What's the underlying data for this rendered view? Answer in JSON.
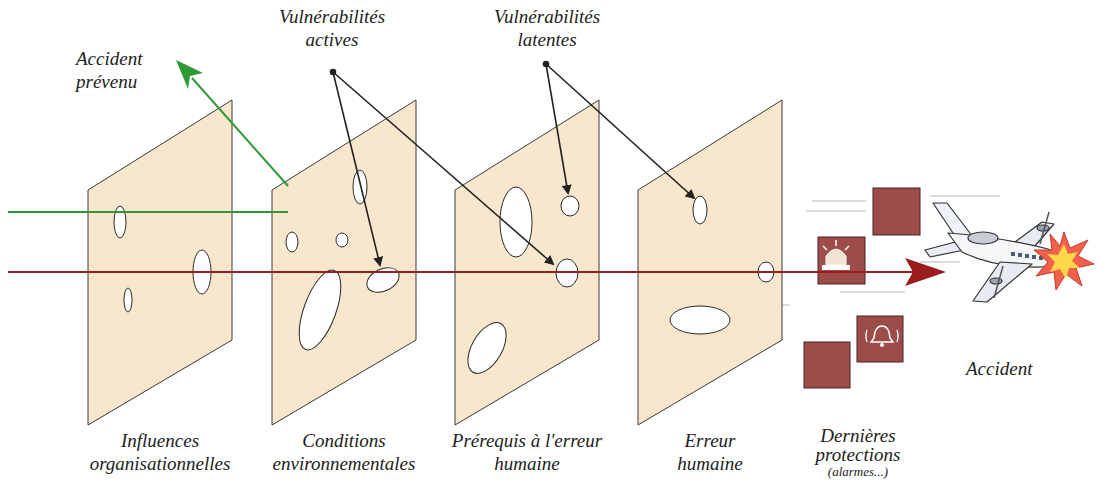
{
  "diagram": {
    "nodes": [
      {
        "text": [
          "Influences organisationnelles"
        ]
      },
      {
        "text": [
          "Conditions environnementales"
        ]
      },
      {
        "text": [
          "Prérequis à l'erreur humaine"
        ]
      },
      {
        "text": [
          "Erreur humaine"
        ]
      },
      {
        "text": [
          "Dernières protections",
          "(alarmes...)"
        ]
      }
    ],
    "labels": [
      "Accident prévenu",
      "Vulnérabilités actives",
      "Vulnérabilités latentes",
      "Accident"
    ]
  }
}
